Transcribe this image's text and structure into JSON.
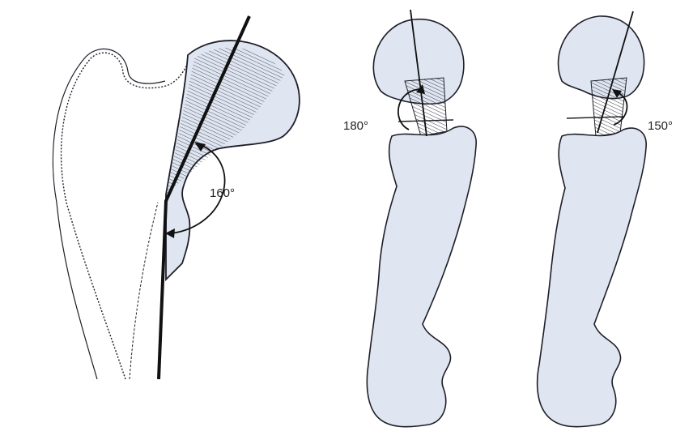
{
  "figure": {
    "left_panel": {
      "angle_label": "160°"
    },
    "middle_panel": {
      "angle_label": "180°"
    },
    "right_panel": {
      "angle_label": "150°"
    }
  },
  "colors": {
    "background": "#ffffff",
    "bone_fill": "#dfe6f1",
    "bone_outline": "#1e1e28",
    "guide_line": "#111111"
  }
}
